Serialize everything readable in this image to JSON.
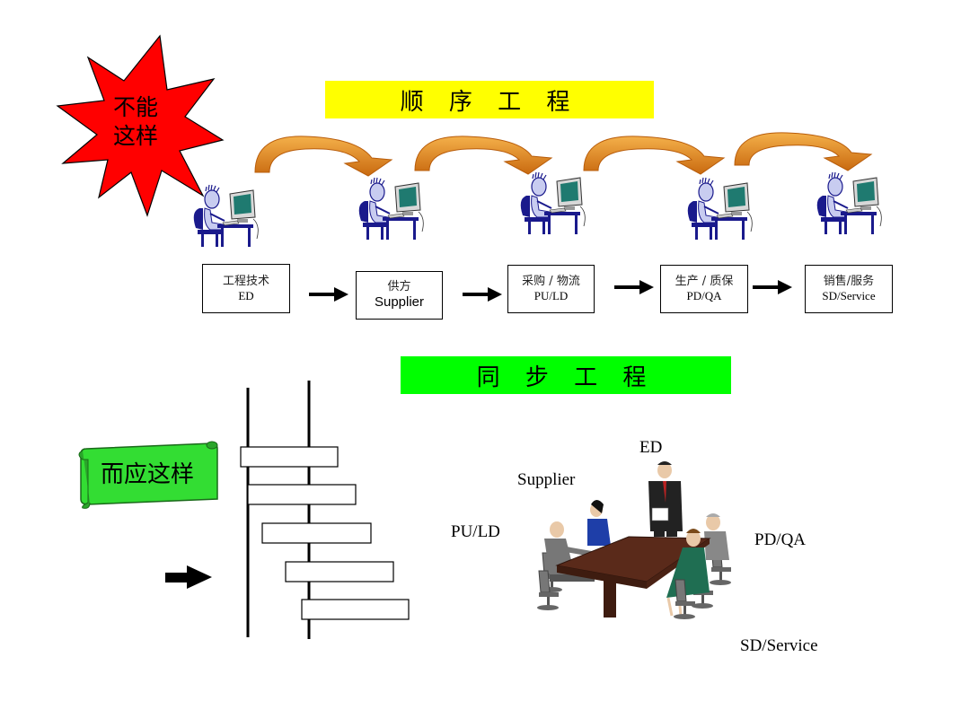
{
  "top": {
    "star_line1": "不能",
    "star_line2": "这样",
    "banner": "顺 序 工 程",
    "stages": [
      {
        "cn": "工程技术",
        "en": "ED"
      },
      {
        "cn": "供方",
        "en": "Supplier"
      },
      {
        "cn": "采购 / 物流",
        "en": "PU/LD"
      },
      {
        "cn": "生产 / 质保",
        "en": "PD/QA"
      },
      {
        "cn": "销售/服务",
        "en": "SD/Service"
      }
    ]
  },
  "bottom": {
    "banner": "同 步 工 程",
    "scroll_label": "而应这样",
    "team_labels": {
      "ed": "ED",
      "supplier": "Supplier",
      "puld": "PU/LD",
      "pdqa": "PD/QA",
      "sdservice": "SD/Service"
    }
  },
  "colors": {
    "star": "#ff0000",
    "yellow_banner": "#ffff00",
    "green_banner": "#00ff00",
    "scroll": "#33dd33",
    "curved_arrow": "#e8901a",
    "worker_blue": "#1a1a8c",
    "monitor_screen": "#1f7a70",
    "table": "#5a2a1a"
  }
}
